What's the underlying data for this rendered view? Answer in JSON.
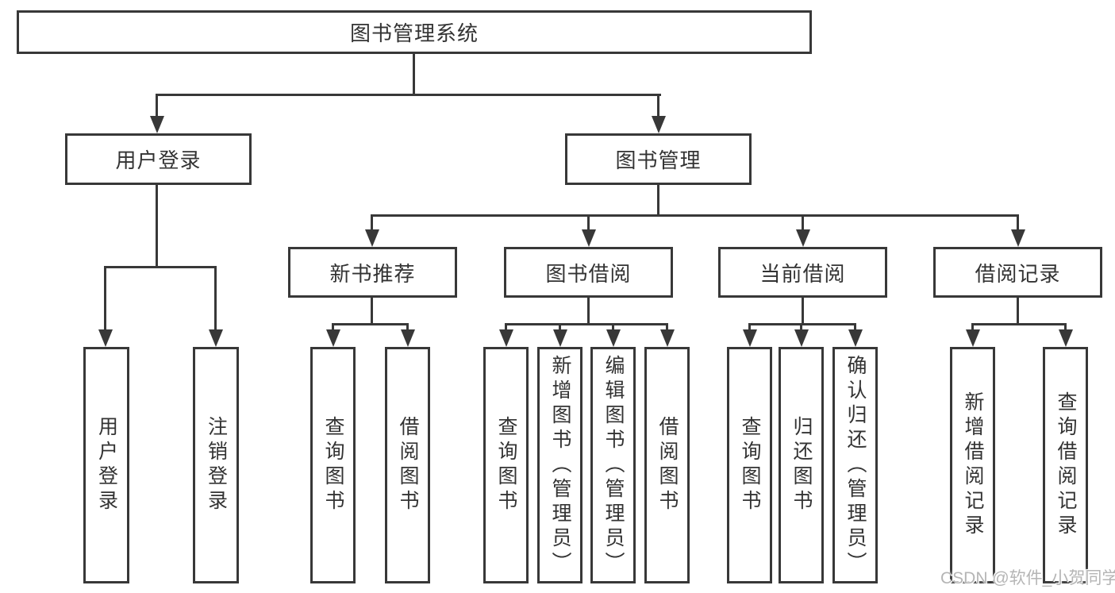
{
  "diagram": {
    "root": {
      "label": "图书管理系统"
    },
    "level2": [
      {
        "label": "用户登录"
      },
      {
        "label": "图书管理"
      }
    ],
    "level3": [
      {
        "label": "新书推荐",
        "parent": "图书管理"
      },
      {
        "label": "图书借阅",
        "parent": "图书管理"
      },
      {
        "label": "当前借阅",
        "parent": "图书管理"
      },
      {
        "label": "借阅记录",
        "parent": "图书管理"
      }
    ],
    "leaves": [
      {
        "label": "用户登录",
        "parent": "用户登录"
      },
      {
        "label": "注销登录",
        "parent": "用户登录"
      },
      {
        "label": "查询图书",
        "parent": "新书推荐"
      },
      {
        "label": "借阅图书",
        "parent": "新书推荐"
      },
      {
        "label": "查询图书",
        "parent": "图书借阅"
      },
      {
        "label": "新增图书（管理员）",
        "parent": "图书借阅"
      },
      {
        "label": "编辑图书（管理员）",
        "parent": "图书借阅"
      },
      {
        "label": "借阅图书",
        "parent": "图书借阅"
      },
      {
        "label": "查询图书",
        "parent": "当前借阅"
      },
      {
        "label": "归还图书",
        "parent": "当前借阅"
      },
      {
        "label": "确认归还（管理员）",
        "parent": "当前借阅"
      },
      {
        "label": "新增借阅记录",
        "parent": "借阅记录"
      },
      {
        "label": "查询借阅记录",
        "parent": "借阅记录"
      }
    ],
    "colors": {
      "line": "#383838",
      "box_border": "#383838",
      "box_fill": "#ffffff",
      "text": "#333333"
    }
  },
  "watermark": {
    "text": "CSDN @软件_小贺同学",
    "color": "#b5b5b5"
  }
}
